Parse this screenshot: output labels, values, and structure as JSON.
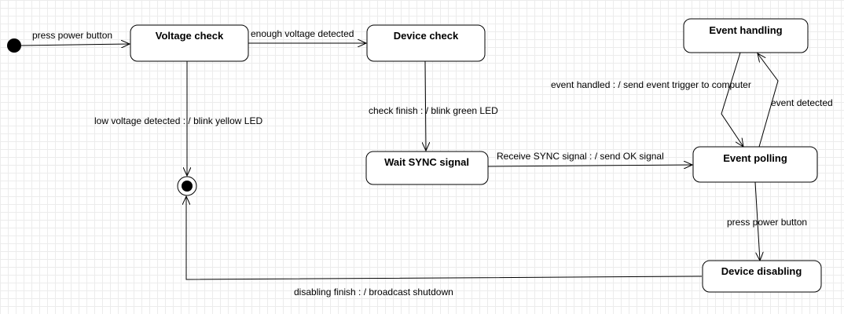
{
  "states": {
    "voltage_check": "Voltage check",
    "device_check": "Device check",
    "wait_sync": "Wait SYNC signal",
    "event_polling": "Event polling",
    "event_handling": "Event handling",
    "device_disabling": "Device disabling"
  },
  "transitions": {
    "press_power_start": "press power button",
    "enough_voltage": "enough voltage detected",
    "low_voltage": "low voltage detected :  / blink yellow LED",
    "check_finish": "check finish :  / blink green LED",
    "receive_sync": "Receive SYNC signal :  / send OK signal",
    "event_handled": "event handled :  / send event trigger to computer",
    "event_detected": "event detected",
    "press_power_disable": "press power button",
    "disabling_finish": "disabling finish :  / broadcast shutdown"
  }
}
